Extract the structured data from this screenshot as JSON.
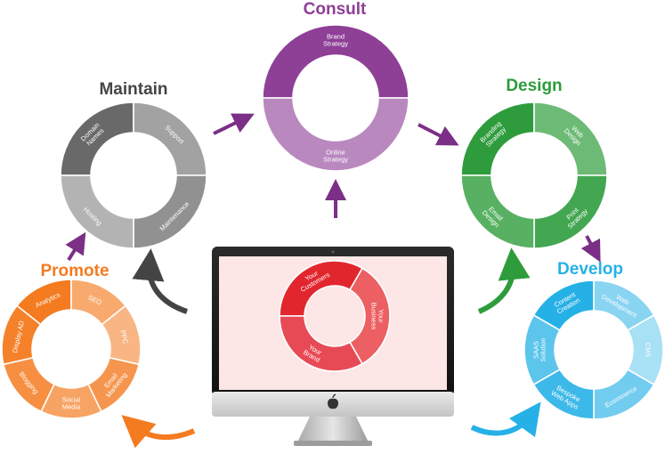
{
  "stages": {
    "consult": {
      "title": "Consult",
      "color": "#8e3f96",
      "segments": [
        "Brand\nStrategy",
        "Online\nStrategy"
      ]
    },
    "design": {
      "title": "Design",
      "color": "#2e9c3c",
      "segments": [
        "Branding\nStrategy",
        "Web\nDesign",
        "Print\nStrategy",
        "Email\nDesign"
      ]
    },
    "develop": {
      "title": "Develop",
      "color": "#26b1e6",
      "segments": [
        "Content\nCreation",
        "Web\nDevelopment",
        "CMS",
        "Ecommerce",
        "Bespoke\nWeb Apps",
        "SAAS\nSolution"
      ]
    },
    "promote": {
      "title": "Promote",
      "color": "#f47b20",
      "segments": [
        "Analytics",
        "SEO",
        "PPC",
        "Email\nMarketing",
        "Social\nMedia",
        "Blogging",
        "Display AD"
      ]
    },
    "maintain": {
      "title": "Maintain",
      "color": "#555555",
      "segments": [
        "Domain\nNames",
        "Support",
        "Maintenance",
        "Hosting"
      ]
    }
  },
  "center": {
    "segments": [
      "Your\nCustomers",
      "Your\nBusiness",
      "Your\nBrand"
    ],
    "colors": [
      "#e2262e",
      "#ec5f63",
      "#e84a55"
    ],
    "screen_color": "#fde6e6"
  }
}
